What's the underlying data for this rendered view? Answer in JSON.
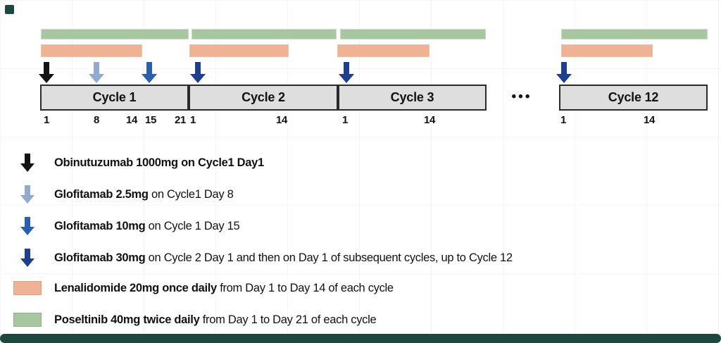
{
  "timeline": {
    "cycles": [
      {
        "label": "Cycle 1"
      },
      {
        "label": "Cycle 2"
      },
      {
        "label": "Cycle 3"
      },
      {
        "label": "Cycle 12"
      }
    ],
    "ellipsis": "•••",
    "day_labels": [
      "1",
      "8",
      "14",
      "15",
      "21",
      "1",
      "14",
      "1",
      "14",
      "1",
      "14"
    ],
    "bar_colors": {
      "poseltinib_green": "#a6c79f",
      "lenalidomide_orange": "#f0b294"
    },
    "arrow_colors": {
      "obinutuzumab_black": "#141414",
      "glofitamab_2_5_lightblue": "#92aacf",
      "glofitamab_10_blue": "#2a5fae",
      "glofitamab_30_navy": "#1e3e8e"
    }
  },
  "legend": {
    "rows": [
      {
        "marker": "obinutuzumab-arrow",
        "bold": "Obinutuzumab 1000mg on Cycle1 Day1",
        "rest": ""
      },
      {
        "marker": "glofitamab-2.5mg-arrow",
        "bold": "Glofitamab 2.5mg",
        "rest": " on Cycle1 Day 8"
      },
      {
        "marker": "glofitamab-10mg-arrow",
        "bold": "Glofitamab 10mg",
        "rest": " on Cycle 1 Day 15"
      },
      {
        "marker": "glofitamab-30mg-arrow",
        "bold": "Glofitamab 30mg",
        "rest": " on Cycle 2 Day 1 and then on Day 1 of subsequent cycles, up to Cycle 12"
      },
      {
        "marker": "lenalidomide-swatch",
        "bold": "Lenalidomide 20mg once daily",
        "rest": " from Day 1 to Day 14 of each cycle"
      },
      {
        "marker": "poseltinib-swatch",
        "bold": "Poseltinib 40mg twice daily",
        "rest": " from Day 1 to Day 21 of each cycle"
      }
    ]
  },
  "decor": {
    "accent_dark_teal": "#1d473f"
  }
}
